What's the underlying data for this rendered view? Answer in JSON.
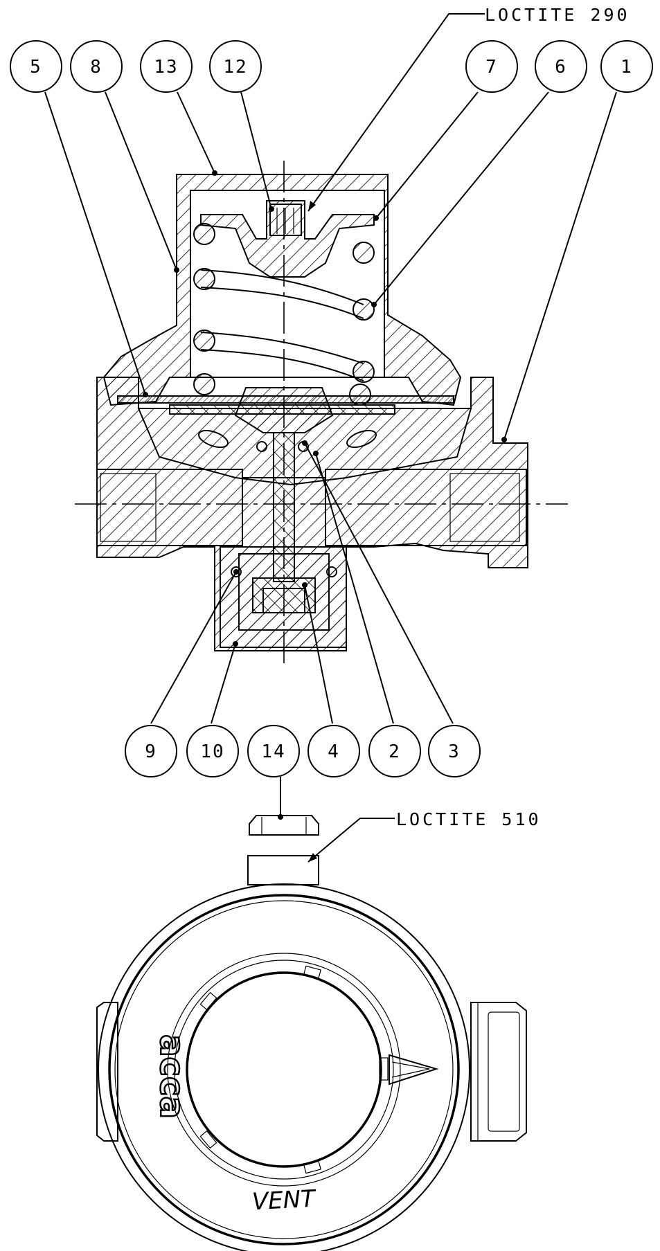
{
  "notes": {
    "top": "LOCTITE 290",
    "bottom": "LOCTITE 510"
  },
  "balloons": {
    "b5": "5",
    "b8": "8",
    "b13": "13",
    "b12": "12",
    "b7": "7",
    "b6": "6",
    "b1": "1",
    "b9": "9",
    "b10": "10",
    "b14": "14",
    "b4": "4",
    "b2": "2",
    "b3": "3"
  },
  "plan_view": {
    "logo": "acca",
    "vent_label": "VENT"
  }
}
